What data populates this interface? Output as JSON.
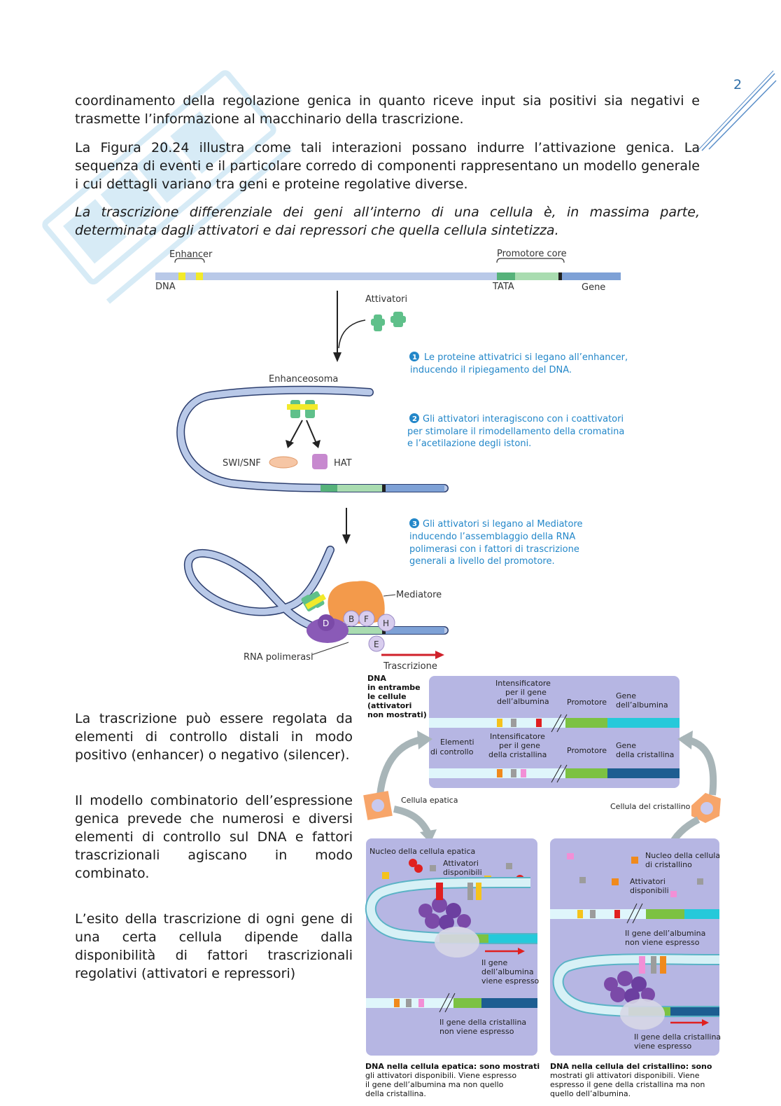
{
  "page_number": "2",
  "paragraphs": [
    "coordinamento della regolazione genica in quanto riceve input sia positivi sia negativi e trasmette l’informazione al macchinario della trascrizione.",
    "La Figura 20.24 illustra come tali interazioni possano indurre l’attivazione genica. La sequenza di eventi e il particolare corredo di componenti rappresentano un modello generale i cui dettagli variano tra geni e proteine regolative diverse.",
    "La trascrizione differenziale dei geni all’interno di una cellula è, in massima parte, determinata dagli attivatori e dai repressori che quella cellula sintetizza."
  ],
  "side_paragraphs": [
    "La trascrizione può essere regolata da elementi di controllo distali in modo positivo (enhancer) o negativo (silencer).",
    "Il modello combinatorio dell’espressione genica prevede che numerosi e diversi elementi di controllo sul DNA e fattori trascrizionali agiscano in modo combinato.",
    "L’esito della trascrizione di ogni gene di una certa cellula dipende dalla disponibilità di fattori trascrizionali regolativi (attivatori e repressori)"
  ],
  "fig1": {
    "enhancer": "Enhancer",
    "promotore_core": "Promotore core",
    "dna": "DNA",
    "tata": "TATA",
    "gene": "Gene",
    "attivatori": "Attivatori",
    "step1_num": "1",
    "step1": [
      "Le proteine attivatrici si legano all’enhancer,",
      "inducendo il ripiegamento del DNA."
    ],
    "enhanceosoma": "Enhanceosoma",
    "step2_num": "2",
    "step2": [
      "Gli attivatori interagiscono con i coattivatori",
      "per stimolare il rimodellamento della cromatina",
      "e l’acetilazione degli istoni."
    ],
    "swisnf": "SWI/SNF",
    "hat": "HAT",
    "step3_num": "3",
    "step3": [
      "Gli attivatori si legano al Mediatore",
      "inducendo l’assemblaggio della RNA",
      "polimerasi con i fattori di trascrizione",
      "generali a livello del promotore."
    ],
    "mediatore": "Mediatore",
    "rna_pol": "RNA polimerasi",
    "trascrizione": "Trascrizione",
    "factors": [
      "D",
      "B",
      "F",
      "H",
      "E"
    ]
  },
  "fig2": {
    "dna_both": [
      "DNA",
      "in entrambe",
      "le cellule",
      "(attivatori",
      "non mostrati)"
    ],
    "intens_alb": [
      "Intensificatore",
      "per il gene",
      "dell’albumina"
    ],
    "promotore": "Promotore",
    "gene_alb": [
      "Gene",
      "dell’albumina"
    ],
    "elementi": [
      "Elementi",
      "di controllo"
    ],
    "intens_cris": [
      "Intensificatore",
      "per il gene",
      "della cristallina"
    ],
    "gene_cris": [
      "Gene",
      "della cristallina"
    ],
    "cellula_epatica": "Cellula epatica",
    "cellula_cristallino": "Cellula del cristallino",
    "nucleo_epatica": "Nucleo della cellula epatica",
    "attivatori_disp": [
      "Attivatori",
      "disponibili"
    ],
    "alb_espresso": [
      "Il gene",
      "dell’albumina",
      "viene espresso"
    ],
    "cris_non": [
      "Il gene della cristallina",
      "non viene espresso"
    ],
    "nucleo_cris": [
      "Nucleo della cellula",
      "di cristallino"
    ],
    "alb_non": [
      "Il gene dell’albumina",
      "non viene espresso"
    ],
    "cris_espresso": [
      "Il gene della cristallina",
      "viene espresso"
    ],
    "caption_left": [
      "DNA nella cellula epatica: sono mostrati",
      "gli attivatori disponibili. Viene espresso",
      "il gene dell’albumina ma non quello",
      "della cristallina."
    ],
    "caption_right": [
      "DNA nella cellula del cristallino: sono",
      "mostrati gli attivatori disponibili. Viene",
      "espresso il gene della cristallina ma non",
      "quello dell’albumina."
    ]
  }
}
